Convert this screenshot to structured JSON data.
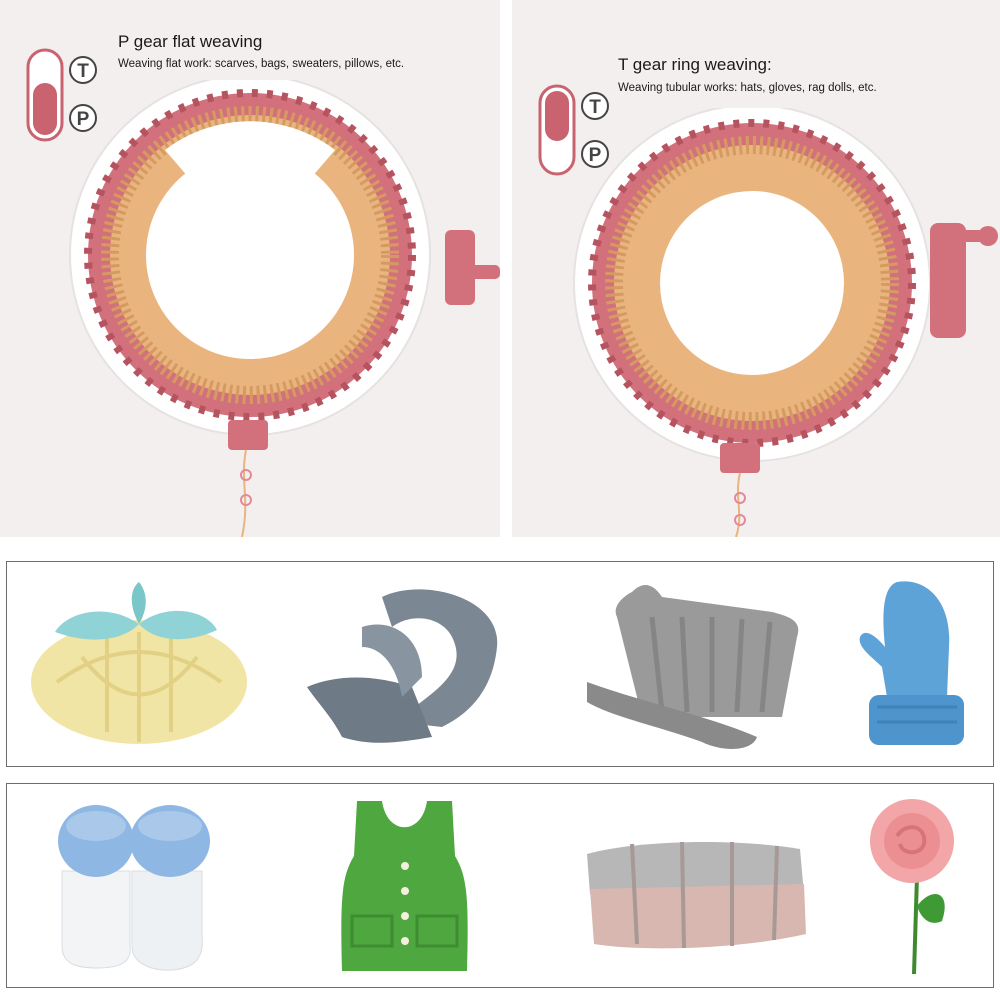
{
  "p_gear": {
    "title": "P gear flat weaving",
    "description": "Weaving flat work: scarves, bags, sweaters, pillows, etc.",
    "switch_labels": [
      "T",
      "P"
    ],
    "selected": "P"
  },
  "t_gear": {
    "title": "T gear ring weaving:",
    "description": "Weaving tubular works: hats, gloves, rag dolls, etc.",
    "switch_labels": [
      "T",
      "P"
    ],
    "selected": "T"
  },
  "colors": {
    "loom_pink": "#d2707c",
    "yarn_orange": "#e9b47d",
    "panel_bg": "#f3efee",
    "border_gray": "#6d6d6d"
  },
  "examples_row_1": [
    "pumpkin-icon",
    "scarf-icon",
    "knit-hat-icon",
    "mitten-icon"
  ],
  "examples_row_2": [
    "baby-booties-icon",
    "vest-icon",
    "blanket-icon",
    "rose-icon"
  ]
}
